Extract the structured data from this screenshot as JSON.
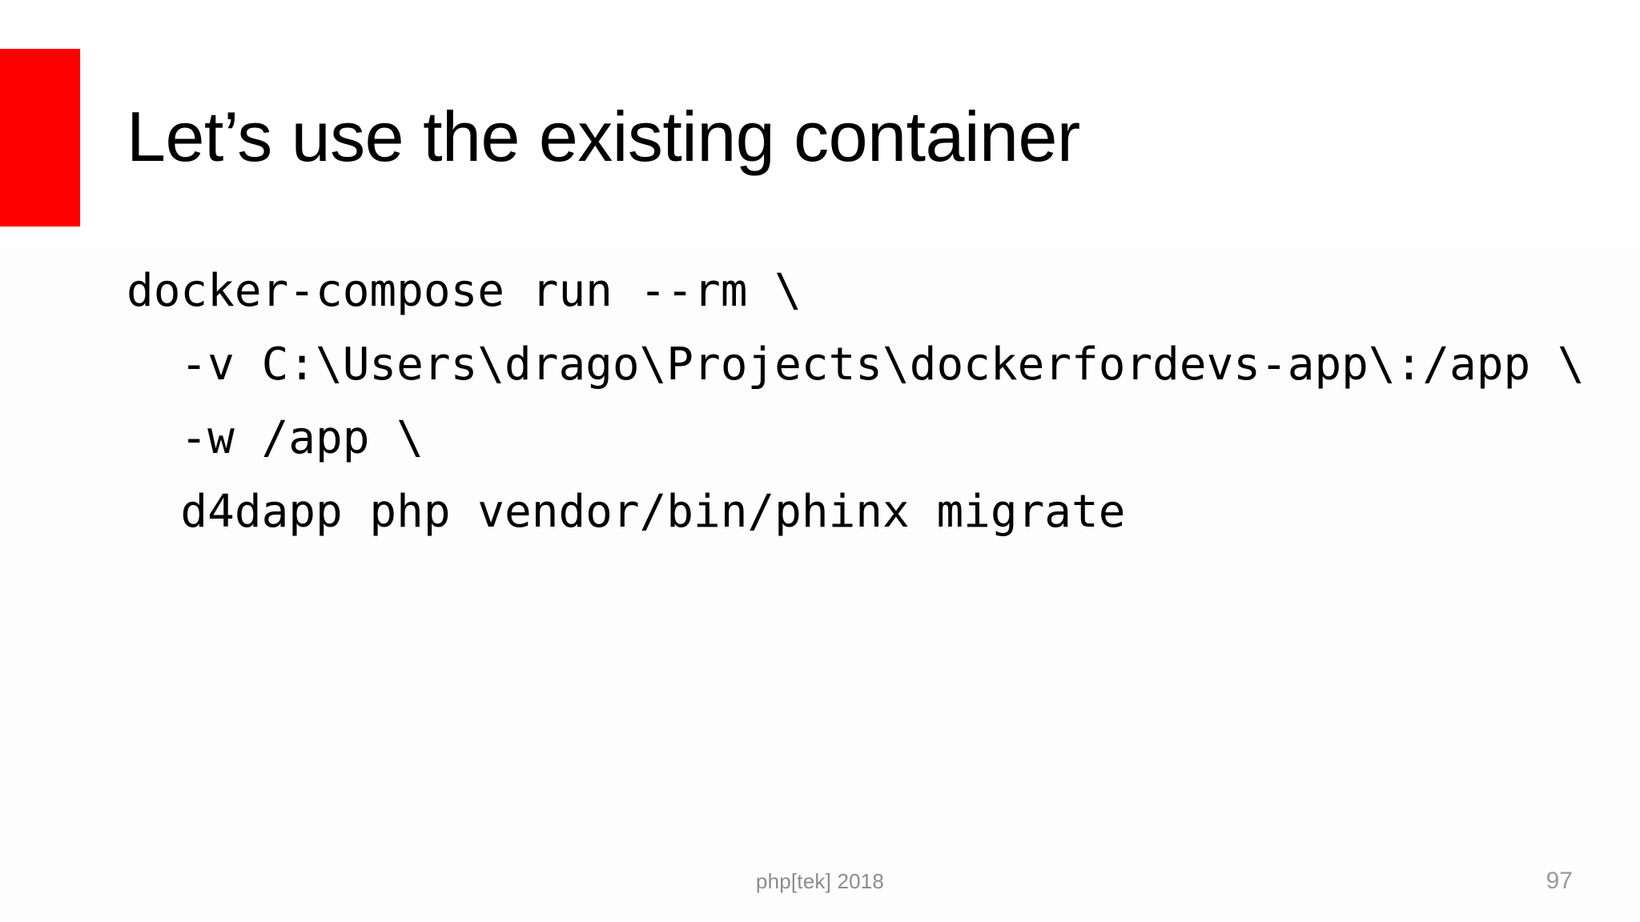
{
  "slide": {
    "title": "Let’s use the existing container",
    "accent_color": "#ff0000",
    "background_color": "#ffffff",
    "text_color": "#000000"
  },
  "code": {
    "language": "shell",
    "lines": [
      "docker-compose run --rm \\",
      "  -v C:\\Users\\drago\\Projects\\dockerfordevs-app\\:/app \\",
      "  -w /app \\",
      "  d4dapp php vendor/bin/phinx migrate"
    ]
  },
  "footer": {
    "conference": "php[tek] 2018",
    "page_number": "97",
    "text_color": "#8c8c8c"
  }
}
